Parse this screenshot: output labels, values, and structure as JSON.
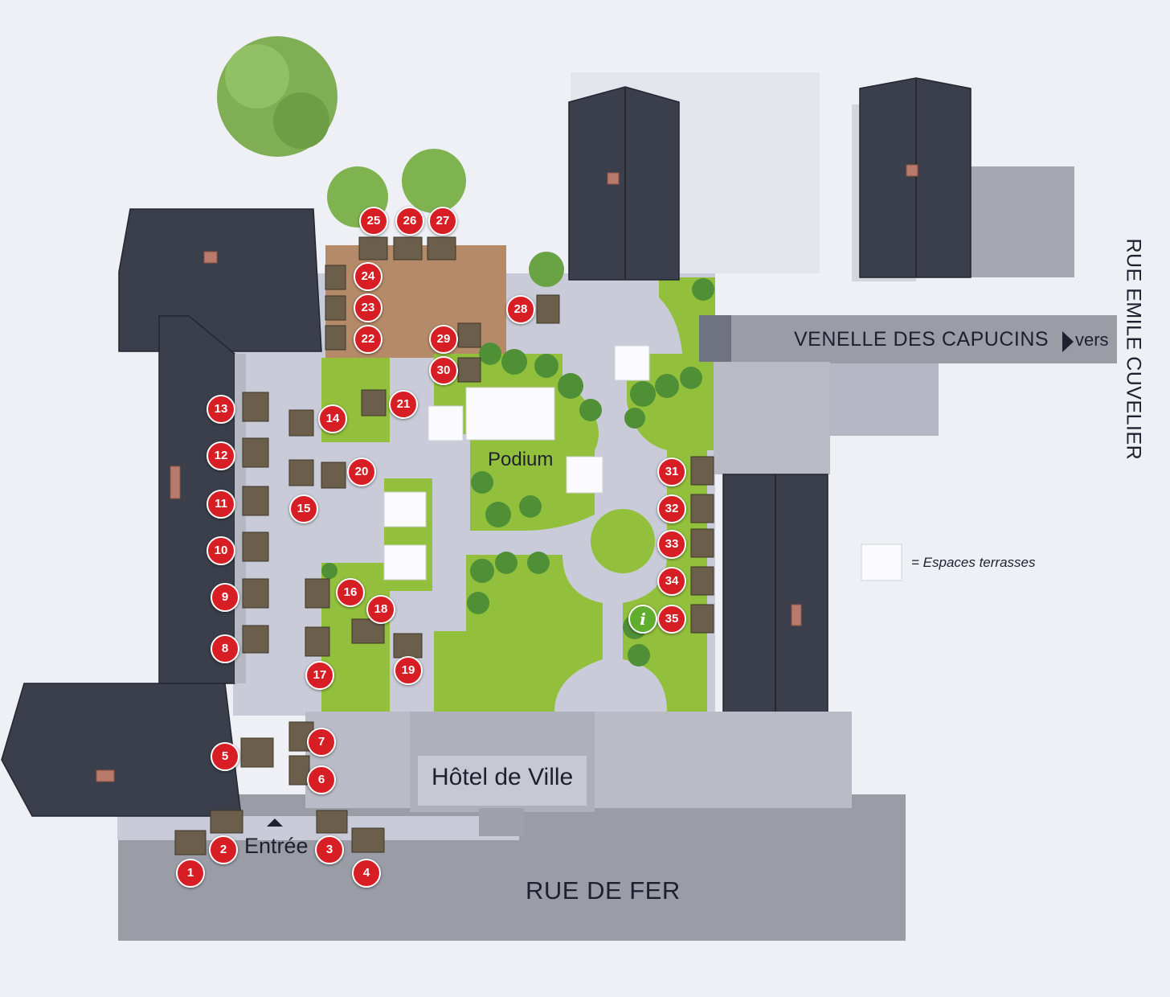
{
  "streets": {
    "rue_emile_cuvelier": "RUE EMILE CUVELIER",
    "venelle_des_capucins": "VENELLE DES CAPUCINS",
    "vers": "vers",
    "rue_de_fer": "RUE DE FER"
  },
  "places": {
    "podium": "Podium",
    "hotel_de_ville": "Hôtel de Ville",
    "entree": "Entrée"
  },
  "legend": {
    "terrace_label": "= Espaces terrasses"
  },
  "markers": [
    "1",
    "2",
    "3",
    "4",
    "5",
    "6",
    "7",
    "8",
    "9",
    "10",
    "11",
    "12",
    "13",
    "14",
    "15",
    "16",
    "17",
    "18",
    "19",
    "20",
    "21",
    "22",
    "23",
    "24",
    "25",
    "26",
    "27",
    "28",
    "29",
    "30",
    "31",
    "32",
    "33",
    "34",
    "35"
  ],
  "info_marker": "i",
  "colors": {
    "marker_red": "#d81e25",
    "info_green": "#5fae2e",
    "roof": "#3a3f4b",
    "lawn": "#93c03c",
    "paving": "#c9ccd8",
    "street": "#9a9ca6"
  }
}
